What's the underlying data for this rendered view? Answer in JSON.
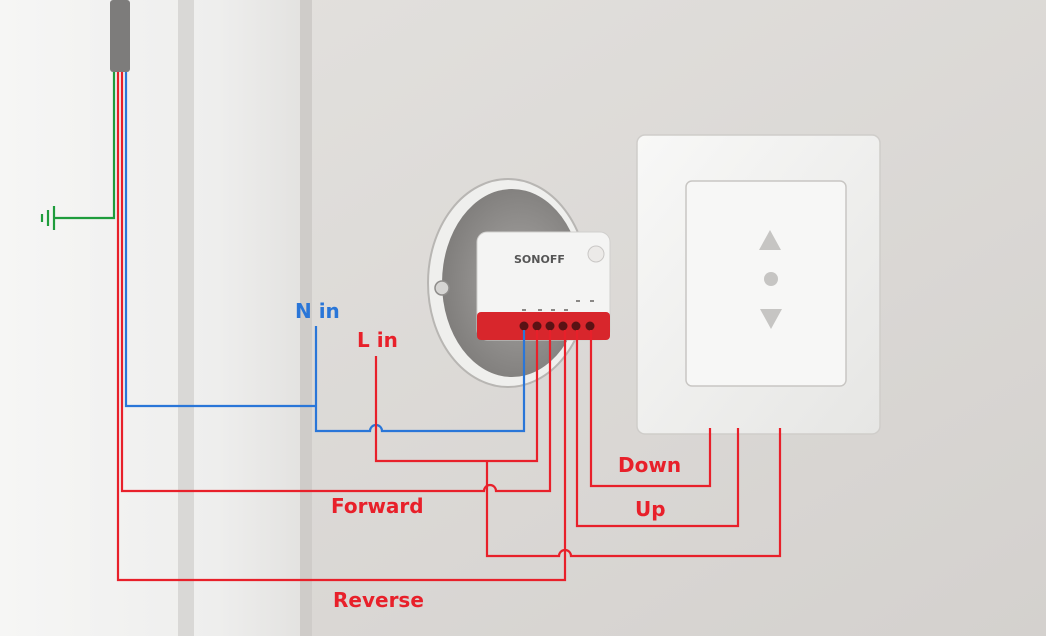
{
  "device": {
    "brand": "SONOFF"
  },
  "labels": {
    "n_in": "N in",
    "l_in": "L in",
    "forward": "Forward",
    "reverse": "Reverse",
    "down": "Down",
    "up": "Up"
  },
  "colors": {
    "live_wire": "#e8202a",
    "neutral_wire": "#2a76d8",
    "earth_wire": "#1e9c3c",
    "relay_band": "#d8262c",
    "wall": "#dedbd8"
  },
  "icons": {
    "earth": "ground-symbol",
    "switch_up": "triangle-up",
    "switch_down": "triangle-down"
  }
}
